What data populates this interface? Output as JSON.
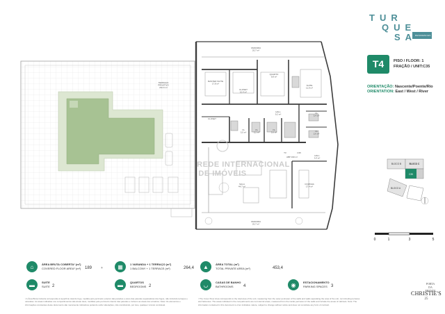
{
  "logo": {
    "line1": "TUR",
    "line2": "QUE",
    "line3": "SA",
    "subtitle": "RESIDENCES"
  },
  "unit": {
    "typology": "T4",
    "floor_label": "PISO / FLOOR:",
    "floor_value": "1",
    "unit_label": "FRAÇÃO / UNIT:",
    "unit_value": "C35",
    "orientation_pt_label": "ORIENTAÇÃO:",
    "orientation_pt_value": "Nascente/Poente/Rio",
    "orientation_en_label": "ORIENTATION:",
    "orientation_en_value": "East / West / River"
  },
  "rooms": {
    "terrace": "TERRAÇO\nPRIVATIVO\n210,6 m²",
    "balcony_top": "VARANDA\n20,7 m²",
    "master_suite": "MASTER SUITE\n17,8 m²",
    "closet_top": "CLOSET\n10,4 m²",
    "bedroom": "QUARTO\n9,8 m²",
    "suite": "SUITE\n11,9 m²",
    "hall": "HALL\n9,2 m²",
    "closet": "CLOSET",
    "wc1": "I.S.\n3,5 m²",
    "wc2": "I.S.\n3,6 m²",
    "wc3": "I.S.\n3,2 m²",
    "wc4": "I.S.\n3,4 m²",
    "wc5": "I.S.\n2,6 m²",
    "hall_entry": "HALL\n3,4 m²",
    "living": "SALA\n44,7 m²",
    "kitchen": "COZINHA\n17,4 m²",
    "balcony_bottom": "VARANDA\n20,7 m²",
    "tv": "TV",
    "wardrobe_code": "C35",
    "entry_code": "ABP 190 m²"
  },
  "watermark": {
    "line1": "REDE INTERNACIONAL",
    "line2": "DE IMÓVEIS"
  },
  "keyplan": {
    "block_b": "BLOCO B",
    "block_c": "BLOCO C",
    "block_a": "BLOCO A",
    "unit": "C35"
  },
  "scale": {
    "ticks": [
      "0",
      "1",
      "3",
      "5"
    ]
  },
  "stats": {
    "covered_area_label_pt": "ÁREA BRUTA COBERTA¹ (m²)",
    "covered_area_label_en": "COVERED FLOOR AREA¹ (m²)",
    "covered_area_value": "189",
    "plus": "+",
    "balcony_terrace_label_pt": "1 VARANDA + 1 TERRAÇO (m²)",
    "balcony_terrace_label_en": "1 BALCONY + 1 TERRACE (m²)",
    "balcony_terrace_value": "264,4",
    "equals": "=",
    "total_area_label_pt": "ÁREA TOTAL (m²)",
    "total_area_label_en": "TOTAL PRIVATE AREA (m²)",
    "total_area_value": "453,4",
    "suite_label_pt": "SUITE",
    "suite_label_en": "SUITE",
    "suite_value": "2",
    "bedrooms_label_pt": "QUARTOS",
    "bedrooms_label_en": "BEDROOMS",
    "bedrooms_value": "2",
    "bathrooms_label_pt": "CASAS DE BANHO",
    "bathrooms_label_en": "BATHROOMS",
    "bathrooms_value": "4",
    "parking_label_pt": "ESTACIONAMENTO",
    "parking_label_en": "PARKING SPACES",
    "parking_value": "3"
  },
  "notes": {
    "pt": "¹ A Área Bruta Coberta corresponde à superfície total do fogo, medida pelo perímetro exterior das paredes e eixos das paredes separadoras dos fogos, não incluindo terraços e varandas. As áreas indicadas nos compartimentos são áreas úteis, medidas pelo perímetro interior das paredes e incluem as áreas dos armários. Nota: Os elementos e informações constantes deste documento são meramente indicativos podendo sofrer alterações, não constituindo, por isso, qualquer vínculo contratual.",
    "en": "¹ The Cover Floor Area corresponds to the total area of the unit, measuring from the outer perimeter of the walls and walls separating the area of the unit, not including terraces and balconies. The areas indicated in the compartments are net internal areas, measured from the inside perimeter of the walls and include the areas of cabinets. Note: The information contained in this document is of an indicative nature, subject to change without notice and does not constitute any form of contract."
  },
  "brand": {
    "porta": "PORTA\nDA\nFRENTE",
    "christies": "CHRISTIE'S",
    "christies_sub": "25"
  },
  "colors": {
    "accent": "#1f8a68",
    "teal": "#4d8f98",
    "pool": "#a9c49a",
    "pool_edge": "#d9e4cf",
    "wall": "#3c3c3c",
    "terrace_grid": "#d6d6d6"
  }
}
